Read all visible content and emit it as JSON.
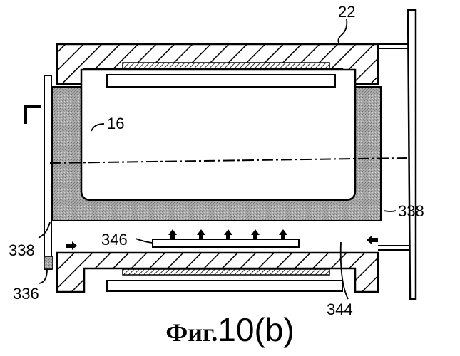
{
  "labels": {
    "housing": "22",
    "vessel": "16",
    "seal_right": "338",
    "seal_left": "338",
    "element": "346",
    "bottom_left": "336",
    "channel": "344"
  },
  "caption": {
    "prefix": "Фиг.",
    "number": "10(b)"
  }
}
